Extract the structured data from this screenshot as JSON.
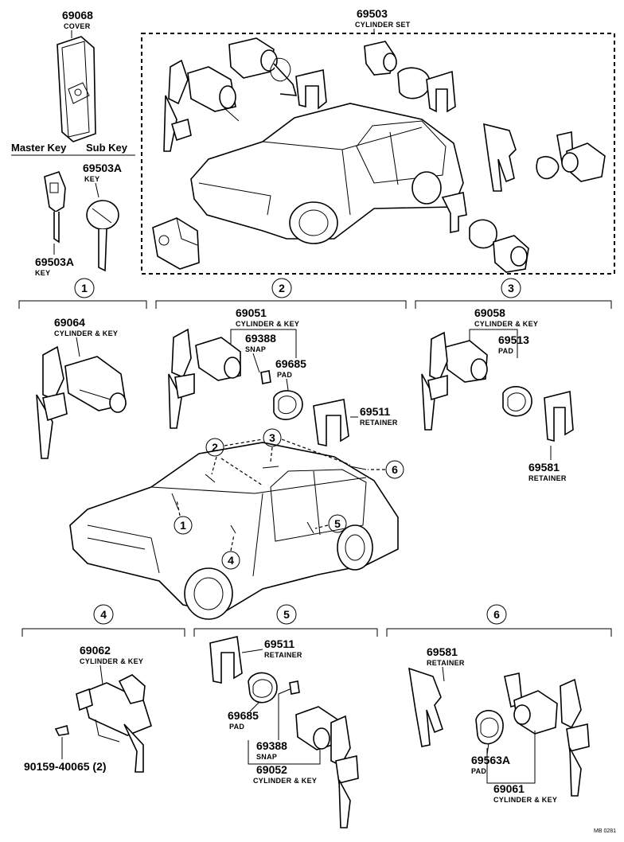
{
  "parts": {
    "cover": {
      "number": "69068",
      "desc": "COVER"
    },
    "master_label": "Master Key",
    "sub_label": "Sub Key",
    "key_sub": {
      "number": "69503A",
      "desc": "KEY"
    },
    "key_master": {
      "number": "69503A",
      "desc": "KEY"
    },
    "cylinder_set": {
      "number": "69503",
      "desc": "CYLINDER SET"
    },
    "p69064": {
      "number": "69064",
      "desc": "CYLINDER & KEY"
    },
    "p69051": {
      "number": "69051",
      "desc": "CYLINDER & KEY"
    },
    "p69388_a": {
      "number": "69388",
      "desc": "SNAP"
    },
    "p69685_a": {
      "number": "69685",
      "desc": "PAD"
    },
    "p69511_a": {
      "number": "69511",
      "desc": "RETAINER"
    },
    "p69058": {
      "number": "69058",
      "desc": "CYLINDER & KEY"
    },
    "p69513": {
      "number": "69513",
      "desc": "PAD"
    },
    "p69581_a": {
      "number": "69581",
      "desc": "RETAINER"
    },
    "p69062": {
      "number": "69062",
      "desc": "CYLINDER & KEY"
    },
    "p90159": {
      "number": "90159-40065 (2)"
    },
    "p69511_b": {
      "number": "69511",
      "desc": "RETAINER"
    },
    "p69685_b": {
      "number": "69685",
      "desc": "PAD"
    },
    "p69388_b": {
      "number": "69388",
      "desc": "SNAP"
    },
    "p69052": {
      "number": "69052",
      "desc": "CYLINDER & KEY"
    },
    "p69581_b": {
      "number": "69581",
      "desc": "RETAINER"
    },
    "p69563A": {
      "number": "69563A",
      "desc": "PAD"
    },
    "p69061": {
      "number": "69061",
      "desc": "CYLINDER & KEY"
    }
  },
  "sections": [
    "1",
    "2",
    "3",
    "4",
    "5",
    "6"
  ],
  "callouts": [
    "1",
    "2",
    "3",
    "4",
    "5",
    "6"
  ],
  "drawing_code": "MB 0281"
}
